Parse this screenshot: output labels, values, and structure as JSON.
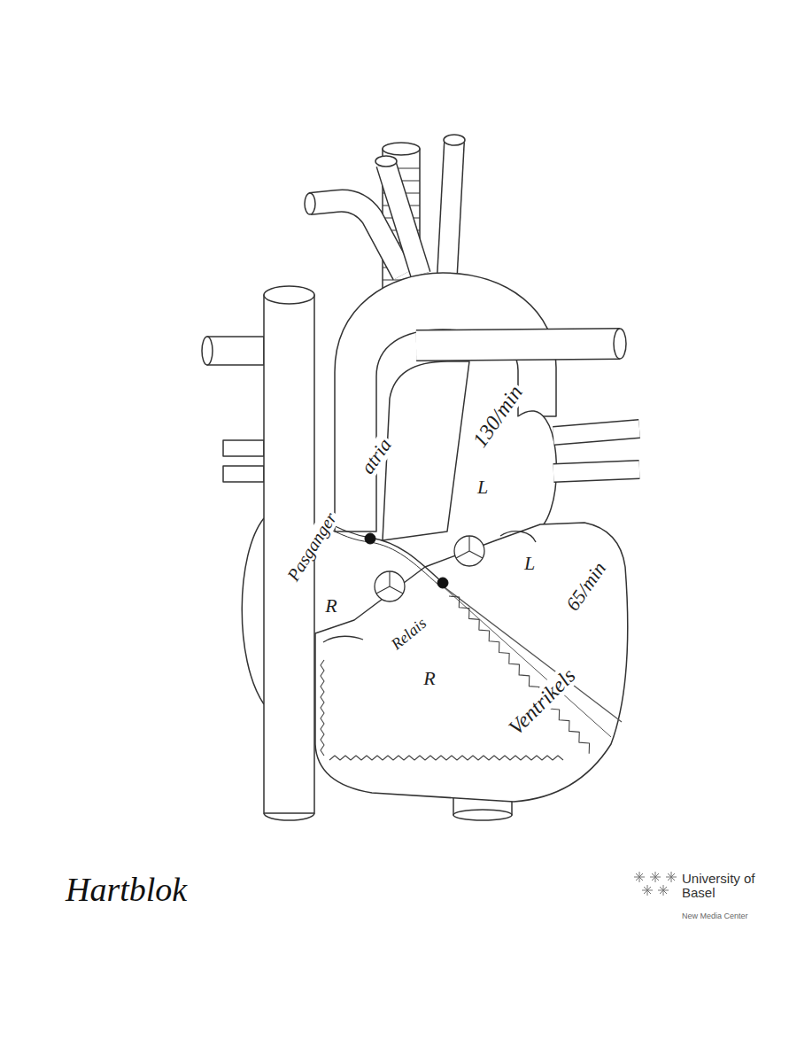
{
  "diagram": {
    "title": "Hartblok",
    "labels": [
      "atria",
      "130/min",
      "L",
      "Pasganger",
      "L",
      "R",
      "Relais",
      "65/min",
      "R",
      "Ventrikels",
      "University of Basel",
      "New Media Center"
    ]
  }
}
